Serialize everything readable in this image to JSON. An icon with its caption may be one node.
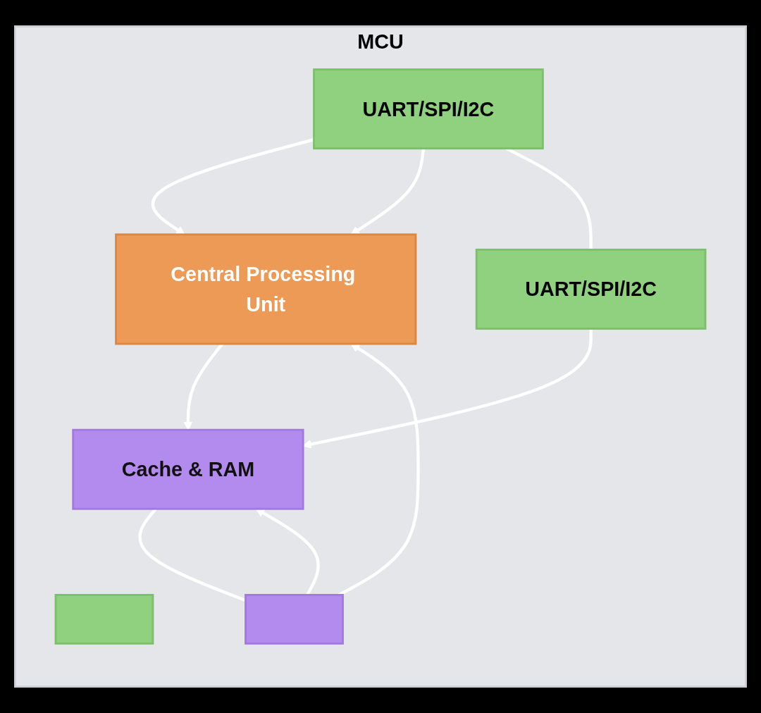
{
  "diagram": {
    "nodes": [
      {
        "text": [
          "MCU"
        ]
      },
      {
        "text": [],
        "shape": "box",
        "in": 0
      },
      {
        "text": [],
        "shape": "box",
        "in": 0
      },
      {
        "text": [
          "UART/SPI/I2C"
        ],
        "in": 0
      },
      {
        "text": [
          "Central Processing Unit"
        ],
        "in": 0
      },
      {
        "text": [
          "Cache & RAM"
        ],
        "in": 0
      },
      {
        "text": [
          "UART/SPI/I2C"
        ],
        "in": 0
      }
    ],
    "edges": [
      {
        "from": 3,
        "to": 4,
        "arrow": "to"
      },
      {
        "from": 4,
        "to": 5,
        "arrow": "to"
      },
      {
        "from": 2,
        "to": 4,
        "arrow": "to"
      },
      {
        "from": 2,
        "to": 5,
        "arrow": "to"
      },
      {
        "from": 5,
        "to": 2,
        "arrow": "none"
      },
      {
        "from": 3,
        "to": 4,
        "arrow": "to"
      },
      {
        "from": 3,
        "to": 6,
        "arrow": "none"
      },
      {
        "from": 6,
        "to": 5,
        "arrow": "to"
      }
    ]
  }
}
